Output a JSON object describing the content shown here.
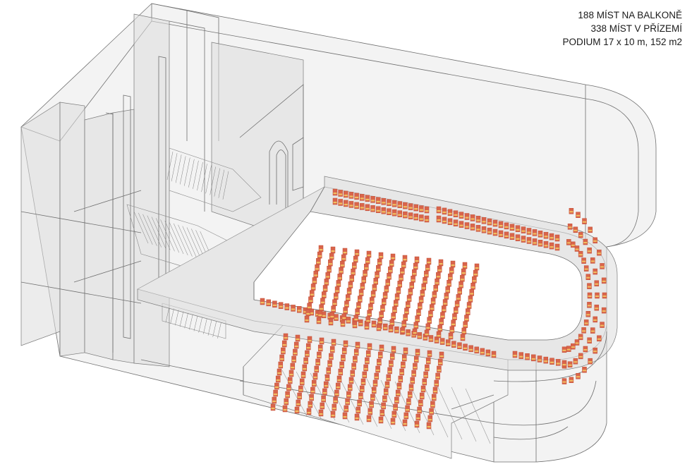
{
  "caption": {
    "balcony_seats": "188 MÍST NA BALKONĚ",
    "ground_seats": "338 MÍST V PŘÍZEMÍ",
    "stage": "PODIUM 17 x 10 m, 152 m2"
  },
  "colors": {
    "seat_fill": "#d9654b",
    "seat_back": "#c24e36",
    "seat_highlight": "#f2c062",
    "lines": "#6f6f6f",
    "glass": "#e9e9ea"
  }
}
